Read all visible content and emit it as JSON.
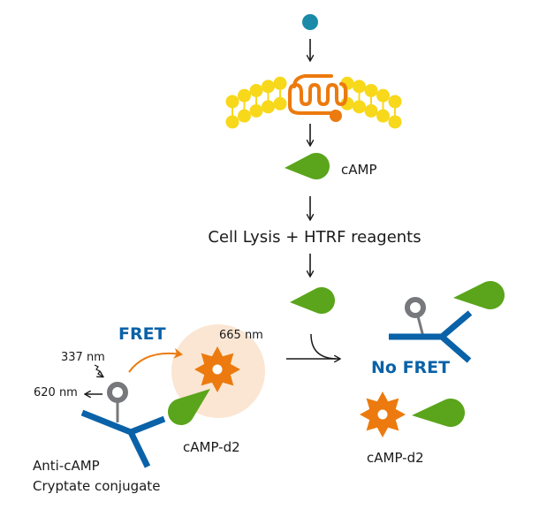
{
  "labels": {
    "camp": "cAMP",
    "lysis": "Cell Lysis + HTRF reagents",
    "fret": "FRET",
    "no_fret": "No FRET",
    "nm_337": "337 nm",
    "nm_620": "620 nm",
    "nm_665": "665 nm",
    "camp_d2_left": "cAMP-d2",
    "camp_d2_right": "cAMP-d2",
    "antibody_line1": "Anti-cAMP",
    "antibody_line2": "Cryptate conjugate"
  },
  "colors": {
    "ligand": "#1a8aa8",
    "membrane": "#f7d81b",
    "receptor": "#ec7a0e",
    "camp": "#5aa51b",
    "antibody": "#0a62a8",
    "cryptate": "#76787b",
    "acceptor": "#ec7a0e",
    "fret_glow": "#fbe6d3",
    "fret_text": "#0a62a8"
  }
}
